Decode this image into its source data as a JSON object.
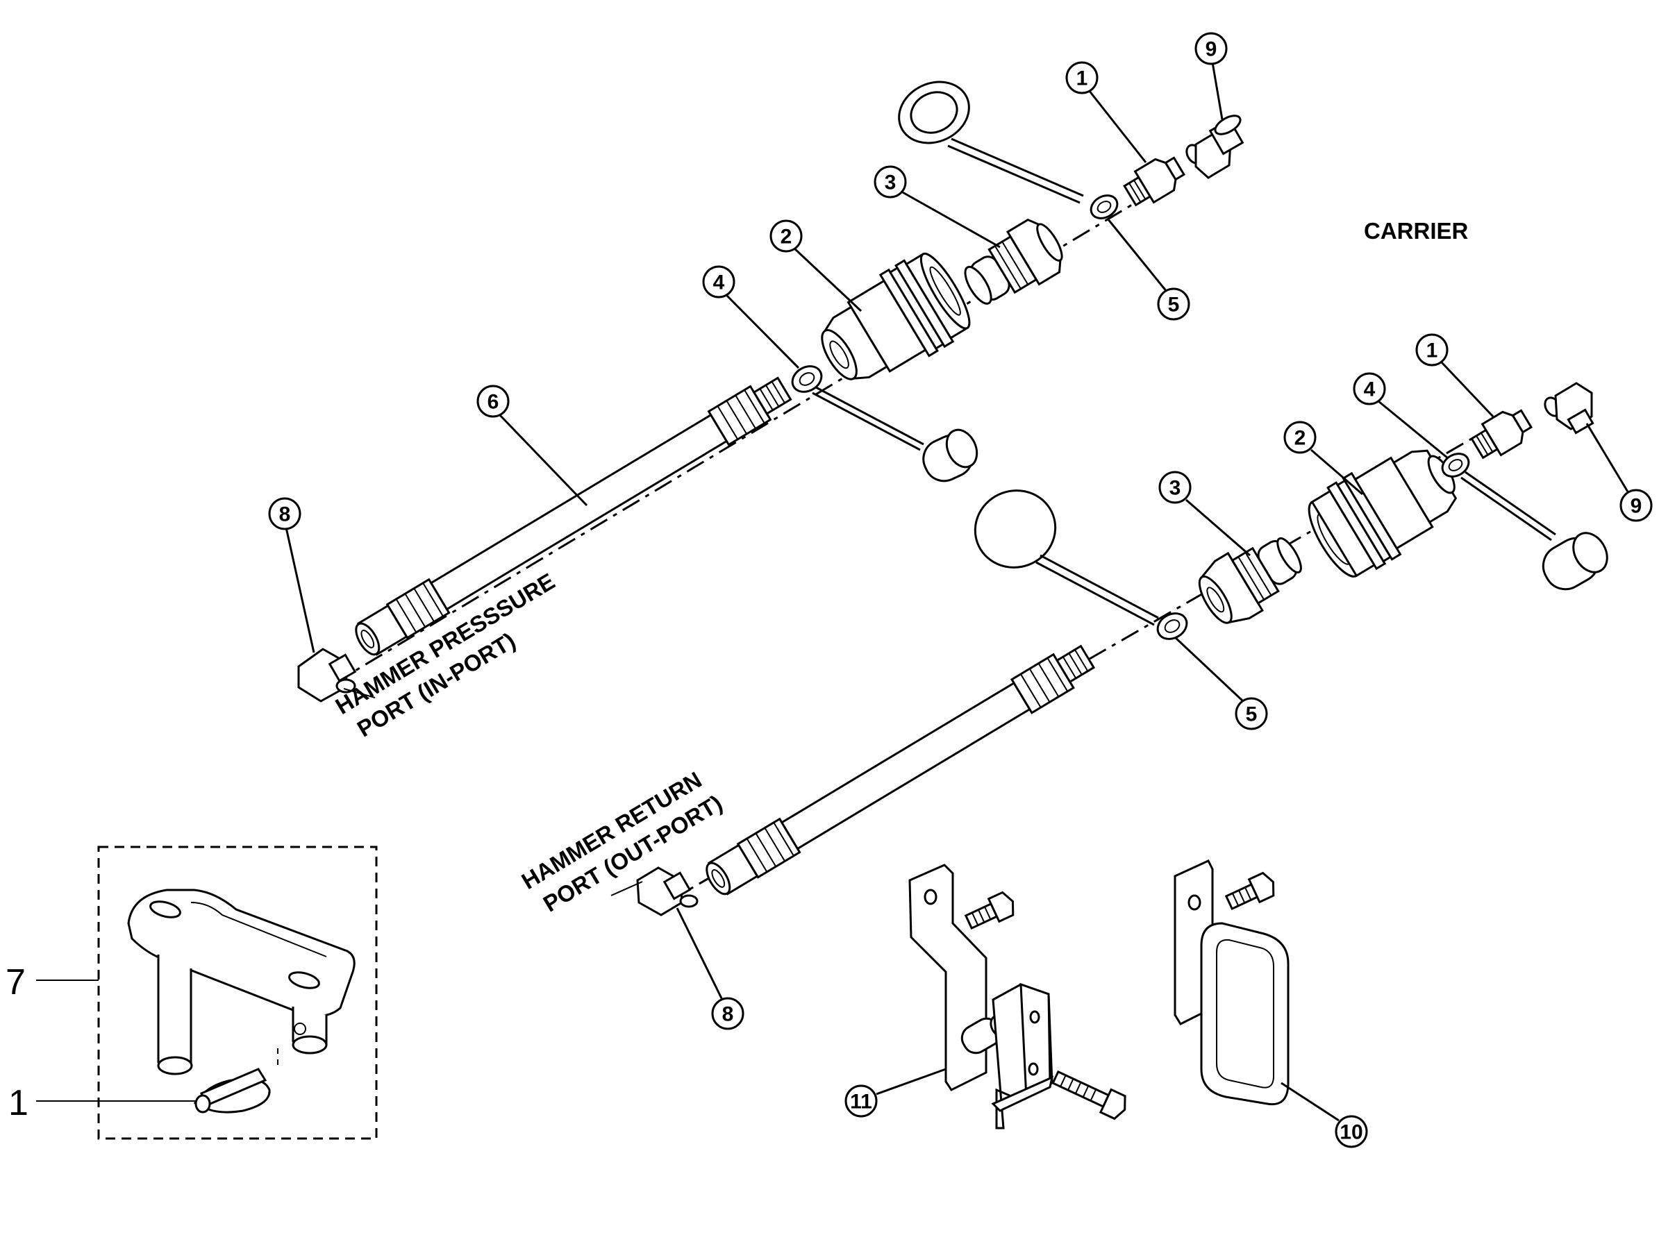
{
  "labels": {
    "carrier": "CARRIER",
    "pressure_line1": "HAMMER PRESSSURE",
    "pressure_line2": "PORT (IN-PORT)",
    "return_line1": "HAMMER RETURN",
    "return_line2": "PORT (OUT-PORT)"
  },
  "callouts": {
    "upper_1": "1",
    "upper_2": "2",
    "upper_3": "3",
    "upper_4": "4",
    "upper_5": "5",
    "upper_6": "6",
    "upper_8": "8",
    "upper_9": "9",
    "lower_1": "1",
    "lower_2": "2",
    "lower_3": "3",
    "lower_4": "4",
    "lower_5": "5",
    "lower_8": "8",
    "lower_9": "9",
    "item_10": "10",
    "item_11": "11"
  },
  "inset": {
    "label_7": "7",
    "label_1": "1"
  }
}
